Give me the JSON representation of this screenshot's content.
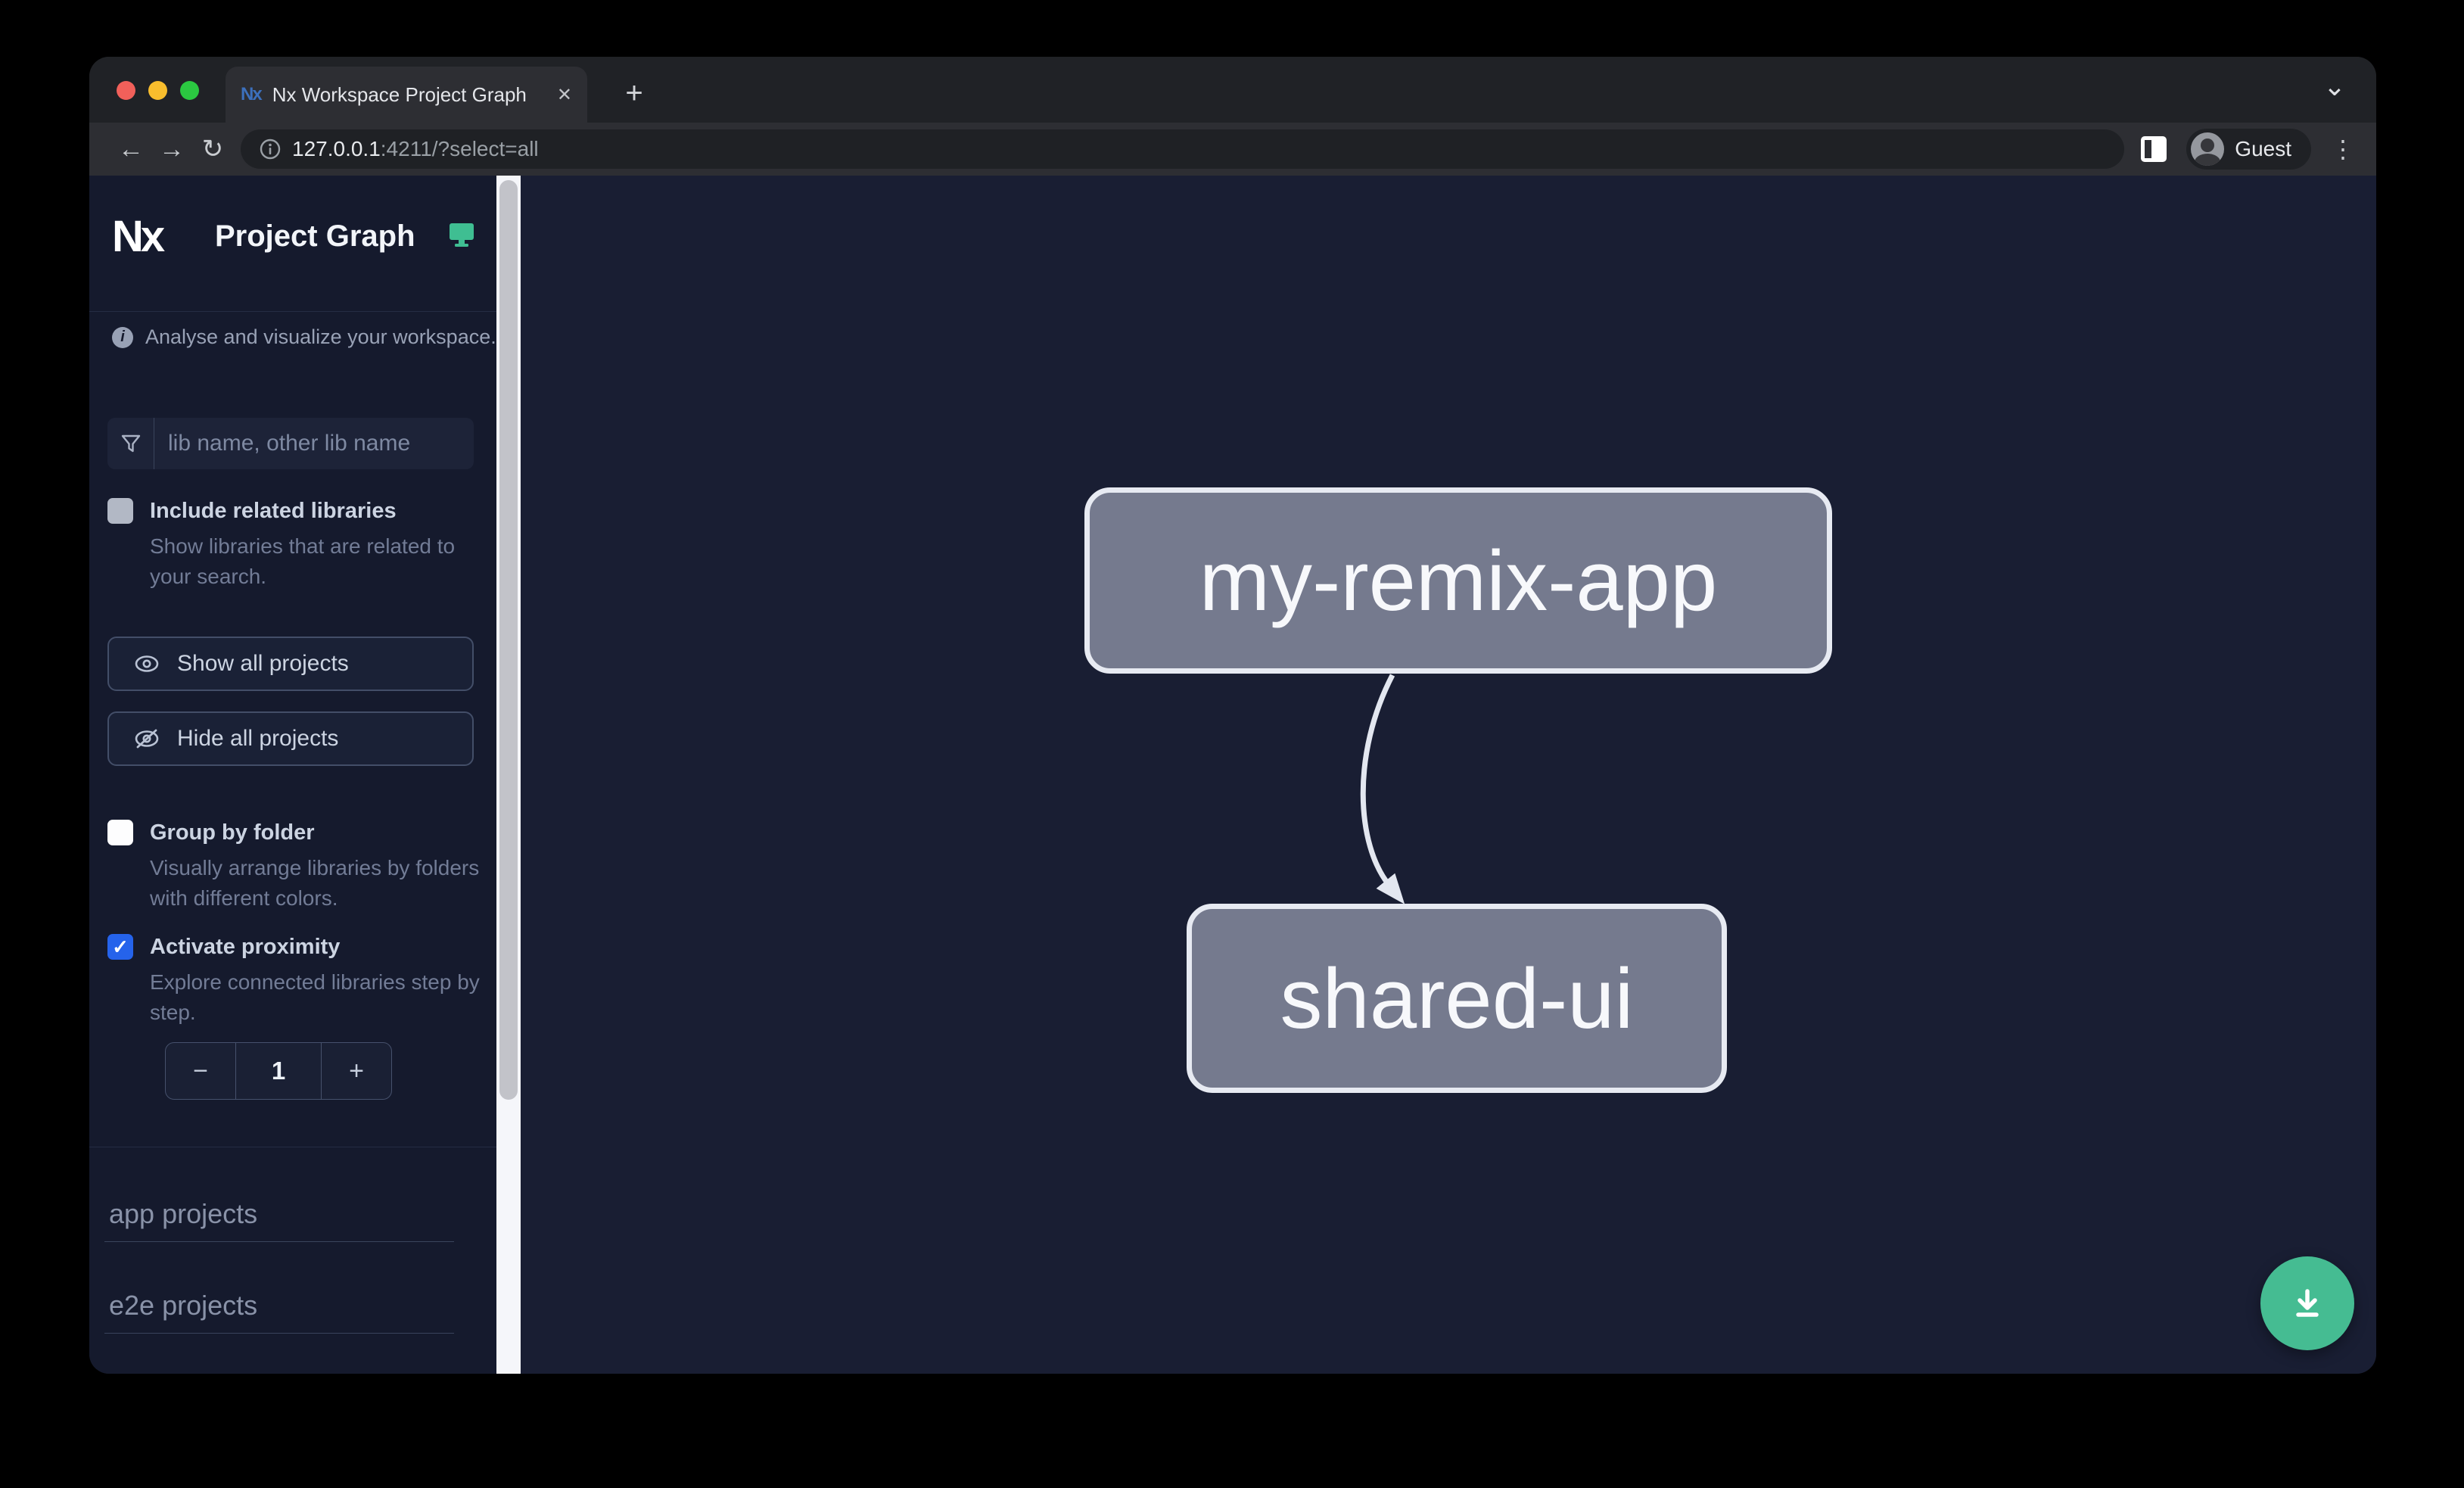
{
  "browser": {
    "tab_title": "Nx Workspace Project Graph",
    "favicon_text": "Nx",
    "close_tab_glyph": "✕",
    "new_tab_glyph": "+",
    "strip_chevron_glyph": "⌄",
    "back_glyph": "←",
    "forward_glyph": "→",
    "reload_glyph": "↻",
    "url_host": "127.0.0.1",
    "url_rest": ":4211/?select=all",
    "profile_label": "Guest",
    "menu_glyph": "⋮"
  },
  "sidebar": {
    "logo_text": "Nx",
    "title": "Project Graph",
    "info_badge_glyph": "i",
    "info_text": "Analyse and visualize your workspace.",
    "search_placeholder": "lib name, other lib name",
    "include_related": {
      "label": "Include related libraries",
      "description": "Show libraries that are related to your search.",
      "checked": false
    },
    "show_all_label": "Show all projects",
    "hide_all_label": "Hide all projects",
    "group_by_folder": {
      "label": "Group by folder",
      "description": "Visually arrange libraries by folders with different colors.",
      "checked": false
    },
    "activate_proximity": {
      "label": "Activate proximity",
      "description": "Explore connected libraries step by step.",
      "checked": true
    },
    "check_glyph": "✓",
    "stepper": {
      "decrement_glyph": "−",
      "value": "1",
      "increment_glyph": "+"
    },
    "sections": {
      "app": "app projects",
      "e2e": "e2e projects"
    }
  },
  "graph": {
    "node_1": "my-remix-app",
    "node_2": "shared-ui",
    "edge": {
      "from": "my-remix-app",
      "to": "shared-ui"
    }
  },
  "colors": {
    "checkbox_accent": "#2563eb",
    "teal_accent": "#3fbe92",
    "fab_green": "#45bc92",
    "node_fill": "#757a8e",
    "node_border": "#e7eaf2",
    "canvas_bg": "#191e33",
    "sidebar_bg": "#151a2d"
  }
}
